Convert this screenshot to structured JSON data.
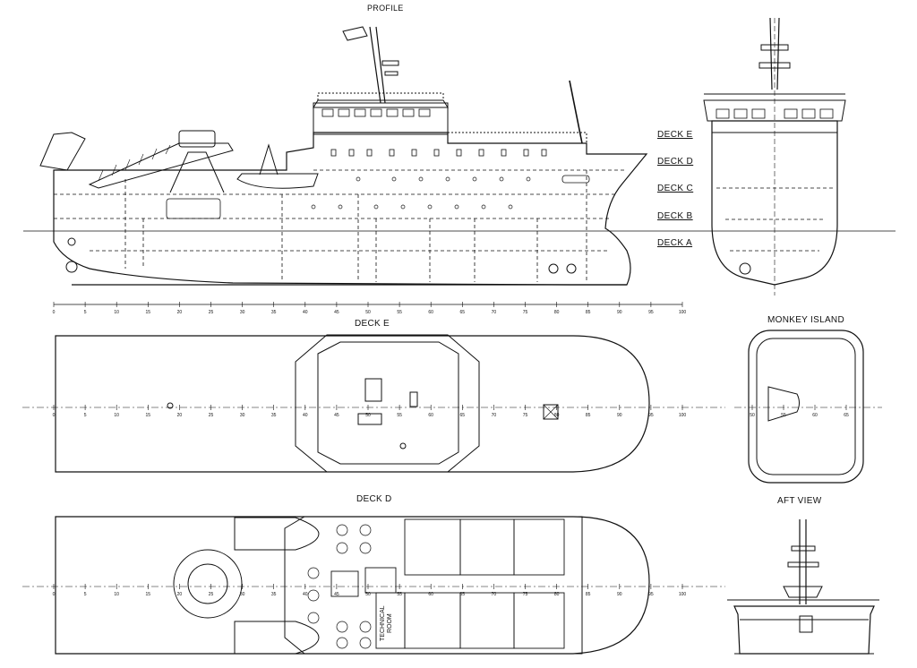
{
  "views": {
    "profile": "PROFILE",
    "deck_e": "DECK E",
    "monkey_island": "MONKEY ISLAND",
    "deck_d": "DECK D",
    "aft_view": "AFT VIEW"
  },
  "deck_levels": [
    "DECK E",
    "DECK D",
    "DECK C",
    "DECK B",
    "DECK A"
  ],
  "rooms": {
    "technical_room_line1": "TECHNICAL",
    "technical_room_line2": "ROOM"
  },
  "frame_scale": {
    "ticks": [
      "0",
      "5",
      "10",
      "15",
      "20",
      "25",
      "30",
      "35",
      "40",
      "45",
      "50",
      "55",
      "60",
      "65",
      "70",
      "75",
      "80",
      "85",
      "90",
      "95",
      "100"
    ]
  },
  "monkey_island_scale": {
    "ticks": [
      "50",
      "55",
      "60",
      "65"
    ]
  },
  "colors": {
    "line": "#111111",
    "background": "#ffffff"
  }
}
